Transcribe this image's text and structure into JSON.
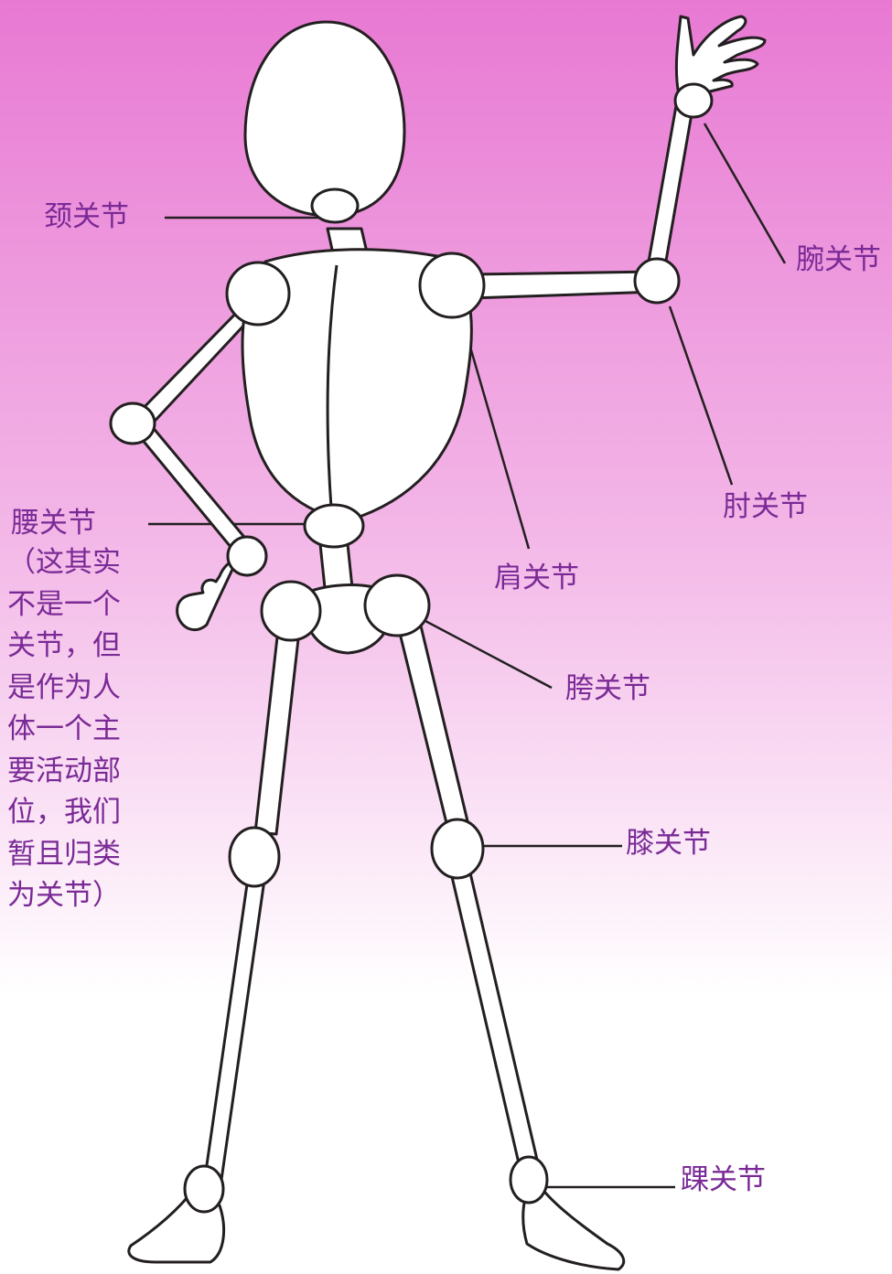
{
  "labels": {
    "neck": "颈关节",
    "wrist": "腕关节",
    "elbow": "肘关节",
    "waist": "腰关节",
    "waist_note": "（这其实\n不是一个\n关节，但\n是作为人\n体一个主\n要活动部\n位，我们\n暂且归类\n为关节）",
    "shoulder": "肩关节",
    "hip": "胯关节",
    "knee": "膝关节",
    "ankle": "踝关节"
  },
  "colors": {
    "bg_top": "#e879d3",
    "bg_mid": "#f3b7e7",
    "bg_bottom": "#ffffff",
    "label": "#7a2a96",
    "stroke": "#231f20",
    "figure_fill": "#ffffff"
  }
}
